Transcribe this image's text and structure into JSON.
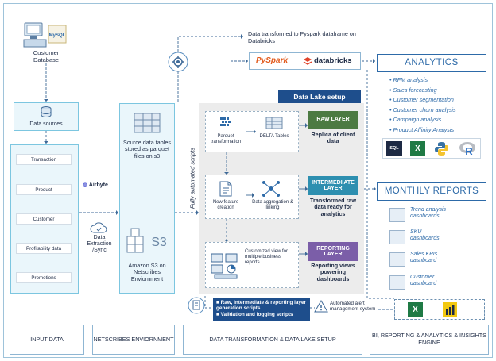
{
  "customer_db": {
    "label": "Customer Database",
    "mysql": "MySQL"
  },
  "data_sources": {
    "label": "Data sources",
    "items": [
      "Transaction",
      "Product",
      "Customer",
      "Profitability data",
      "Promotions"
    ]
  },
  "airbyte": "Airbyte",
  "extraction": "Data Extraction /Sync",
  "s3": {
    "desc": "Source data tables stored as parquet files on s3",
    "logo": "S3",
    "caption": "Amazon S3 on Netscribes Enviornment"
  },
  "auto_scripts": "Fully automated scripts",
  "pyspark_note": "Data transformed to Pyspark dataframe on Databricks",
  "pyspark": "PySpark",
  "databricks": "databricks",
  "data_lake_title": "Data Lake setup",
  "stages": {
    "parquet": "Parquet transformation",
    "delta": "DELTA Tables",
    "new_feature": "New feature creation",
    "aggregation": "Data aggregation & linking",
    "customized": "Customized view for multiple business reports"
  },
  "layers": [
    {
      "tag": "RAW LAYER",
      "desc": "Replica of client data",
      "color": "#4c7a42"
    },
    {
      "tag": "INTERMEDI ATE LAYER",
      "desc": "Transformed raw data ready for analytics",
      "color": "#2d8fb0"
    },
    {
      "tag": "REPORTING LAYER",
      "desc": "Reporting views powering dashboards",
      "color": "#7b5ea8"
    }
  ],
  "scripts_list": [
    "Raw, Intermediate & reporting layer generation scripts",
    "Validation and logging scripts"
  ],
  "alert": "Automated alert management system",
  "analytics": {
    "title": "ANALYTICS",
    "items": [
      "RFM analysis",
      "Sales forecasting",
      "Customer segmentation",
      "Customer churn analysis",
      "Campaign analysis",
      "Product Affinity Analysis"
    ],
    "tools": [
      "SQL",
      "X",
      "Py",
      "R"
    ]
  },
  "monthly": {
    "title": "MONTHLY REPORTS",
    "items": [
      "Trend analysis dashboards",
      "SKU dashboards",
      "Sales KPIs dashboard",
      "Customer dashboard"
    ]
  },
  "bi_tools": [
    "X",
    "PBI"
  ],
  "bottom": [
    "INPUT DATA",
    "NETSCRIBES ENVIORNMENT",
    "DATA TRANSFORMATION & DATA LAKE SETUP",
    "BI, REPORTING & ANALYTICS & INSIGHTS ENGINE"
  ],
  "colors": {
    "accent": "#1e4e8c",
    "light_bg": "#eaf6fb",
    "teal": "#2fa6c9",
    "data_lake_header": "#1e4e8c"
  }
}
